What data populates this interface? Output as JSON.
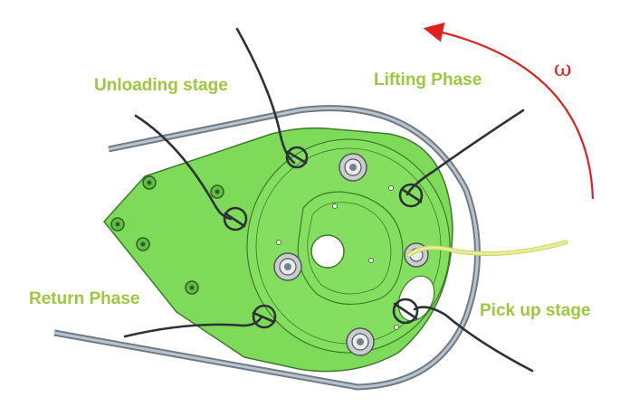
{
  "labels": {
    "unloading": "Unloading stage",
    "lifting": "Lifting Phase",
    "return": "Return Phase",
    "pickup": "Pick up stage",
    "omega": "ω"
  },
  "colors": {
    "label": "#9CC840",
    "arrow": "#E0201F",
    "plate": "#7EDB5A",
    "plate_stroke": "#3E7A2A",
    "tine": "#2E3236",
    "guide": "#8E9AA6",
    "yellow_tine": "#E6EE9C"
  }
}
